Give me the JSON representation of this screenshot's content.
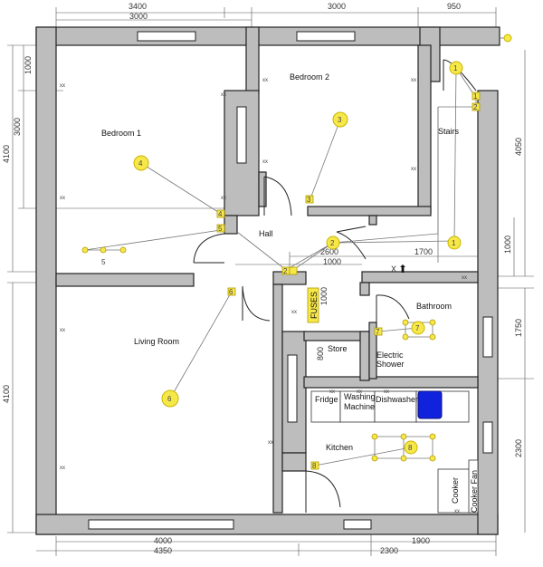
{
  "rooms": {
    "bedroom1": "Bedroom 1",
    "bedroom2": "Bedroom 2",
    "stairs": "Stairs",
    "hall": "Hall",
    "living": "Living Room",
    "bathroom": "Bathroom",
    "store": "Store",
    "electric_shower_1": "Electric",
    "electric_shower_2": "Shower",
    "kitchen": "Kitchen",
    "fuses": "FUSES"
  },
  "appliances": {
    "fridge": "Fridge",
    "washing_1": "Washing",
    "washing_2": "Machine",
    "dishwasher": "Dishwasher",
    "cooker": "Cooker",
    "cooker_fan": "Cooker Fan"
  },
  "dimensions": {
    "top_3400": "3400",
    "top_3000a": "3000",
    "top_3000b": "3000",
    "top_950": "950",
    "left_1000": "1000",
    "left_3000": "3000",
    "left_4100a": "4100",
    "left_4100b": "4100",
    "right_4050": "4050",
    "right_1000": "1000",
    "right_1750": "1750",
    "right_2300": "2300",
    "hall_2600": "2600",
    "hall_1000": "1000",
    "hall_1700": "1700",
    "fuse_1000": "1000",
    "store_800": "800",
    "bottom_4000": "4000",
    "bottom_4350": "4350",
    "bottom_1900": "1900",
    "bottom_2300": "2300"
  },
  "markers": {
    "x": "X",
    "xx": "xx"
  },
  "circuits": {
    "c1a": "1",
    "c1b": "1",
    "c1s1": "1",
    "c2s": "2",
    "c2": "2",
    "c2b": "2",
    "c3": "3",
    "c3s": "3",
    "c4": "4",
    "c4s1": "4",
    "c4s2": "5",
    "c5": "5",
    "c6": "6",
    "c6s": "6",
    "c7": "7",
    "c7s": "7",
    "c8": "8",
    "c8s": "8"
  }
}
